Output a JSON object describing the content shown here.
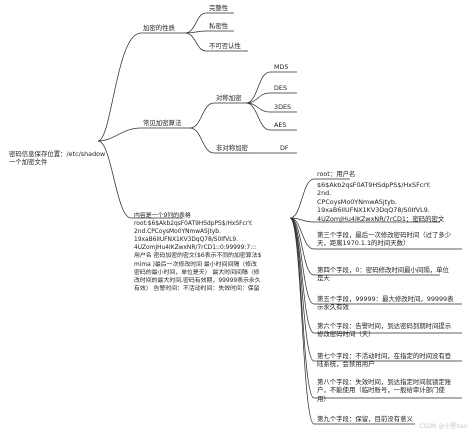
{
  "root": "密码信息保存位置：/etc/shadow\n一个加密文件",
  "branches": {
    "properties": {
      "label": "加密的性质",
      "items": [
        "完整性",
        "私密性",
        "不可否认性"
      ]
    },
    "algorithms": {
      "label": "常见加密算法",
      "symmetric": {
        "label": "对称加密",
        "items": [
          "MD5",
          "DES",
          "3DES",
          "AES"
        ]
      },
      "asymmetric": {
        "label": "非对称加密",
        "items": [
          "DF"
        ]
      }
    },
    "content": {
      "label": "内容是一个9列的表格\nroot:$6$Akb2qsF0AT9HSdpPS$/HxSFcrY.\n2nd.CPCoysMo0YNmwASjtyb.\n19xaB6IIUFNX1KV3DqQ78/S0IfVL9.\n4UZomJHu4IKZwxNR/7rCD1::0:99999:7:::\n用户名 密码加密的密文($6表示不同的加密算法$\nmima )最后一次修改时间 最小时间间隔（修改\n密码的最小时间，单位是天） 最大时间间隔（修\n改时间的最大时间,密码有效期，99999表示永久\n有效） 告警时间：不活动时间：失效时间：保留",
      "fields": [
        "root：用户名",
        "$6$Akb2qsF0AT9HSdpPS$/HxSFcrY.\n2nd.\nCPCoysMo0YNmwASjtyb.\n19xaB6IIUFNX1KV3DqQ78/S0IfVL9.\n4UZomJHu4IKZwxNR/7rCD1：密码的密文",
        "第三个字段，最后一次修改密码时间（过了多少\n天，距离1970.1.1的时间天数）",
        "第四个字段，0：密码修改时间最小间隔，单位\n是天",
        "第五个字段，99999：最大修改时间，99999表\n示永久有效",
        "第六个字段：告警时间，到达密码到期时间提示\n修改密码时间（天）",
        "第七个字段：不活动时间，在指定的时间没有登\n陆系统，会禁用用户",
        "第八个字段：失效时间，到达指定时间就锁定账\n户，不能使用（临时账号，一般给审计部门使\n用）",
        "第九个字段：保留，目前没有意义"
      ]
    }
  },
  "watermark": "CSDN @小星hair"
}
